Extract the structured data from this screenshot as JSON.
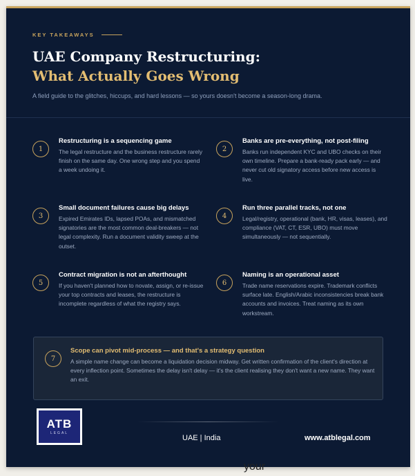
{
  "eyebrow": "KEY TAKEAWAYS",
  "title_line1": "UAE Company Restructuring:",
  "title_line2": "What Actually Goes Wrong",
  "subtitle": "A field guide to the glitches, hiccups, and hard lessons — so yours doesn't become a season-long drama.",
  "items": [
    {
      "num": "1",
      "title": "Restructuring is a sequencing game",
      "text": "The legal restructure and the business restructure rarely finish on the same day. One wrong step and you spend a week undoing it."
    },
    {
      "num": "2",
      "title": "Banks are pre-everything, not post-filing",
      "text": "Banks run independent KYC and UBO checks on their own timeline. Prepare a bank-ready pack early — and never cut old signatory access before new access is live."
    },
    {
      "num": "3",
      "title": "Small document failures cause big delays",
      "text": "Expired Emirates IDs, lapsed POAs, and mismatched signatories are the most common deal-breakers — not legal complexity. Run a document validity sweep at the outset."
    },
    {
      "num": "4",
      "title": "Run three parallel tracks, not one",
      "text": "Legal/registry, operational (bank, HR, visas, leases), and compliance (VAT, CT, ESR, UBO) must move simultaneously — not sequentially."
    },
    {
      "num": "5",
      "title": "Contract migration is not an afterthought",
      "text": "If you haven't planned how to novate, assign, or re-issue your top contracts and leases, the restructure is incomplete regardless of what the registry says."
    },
    {
      "num": "6",
      "title": "Naming is an operational asset",
      "text": "Trade name reservations expire. Trademark conflicts surface late. English/Arabic inconsistencies break bank accounts and invoices. Treat naming as its own workstream."
    }
  ],
  "callout": {
    "num": "7",
    "title": "Scope can pivot mid-process — and that's a strategy question",
    "text": "A simple name change can become a liquidation decision midway. Get written confirmation of the client's direction at every inflection point. Sometimes the delay isn't delay — it's the client realising they don't want a new name. They want an exit."
  },
  "logo": {
    "main": "ATB",
    "sub": "LEGAL"
  },
  "footer": {
    "region": "UAE | India",
    "website": "www.atblegal.com"
  },
  "peek_text": "your",
  "colors": {
    "background": "#0c1a33",
    "accent_gold": "#c9a45d",
    "logo_blue": "#1d2677"
  }
}
